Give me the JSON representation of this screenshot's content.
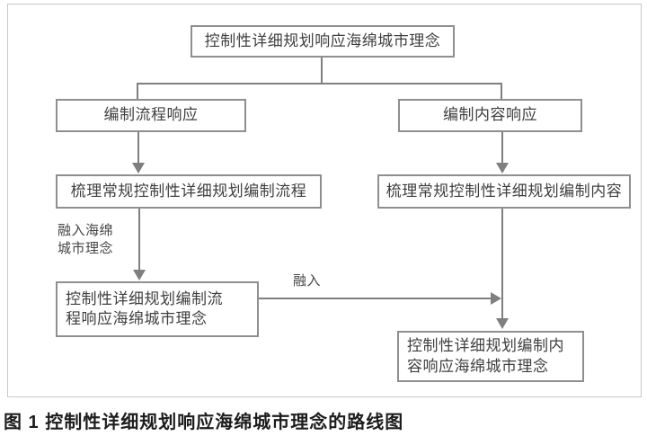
{
  "diagram": {
    "root": "控制性详细规划响应海绵城市理念",
    "branch_left": "编制流程响应",
    "branch_right": "编制内容响应",
    "review_left": "梳理常规控制性详细规划编制流程",
    "review_right": "梳理常规控制性详细规划编制内容",
    "result_left": "控制性详细规划编制流程响应海绵城市理念",
    "result_right": "控制性详细规划编制内容响应海绵城市理念",
    "edge_labels": {
      "integrate_sponge": "融入海绵城市理念",
      "integrate": "融入"
    },
    "colors": {
      "box_border": "#8f8f8f",
      "box_text": "#3f3f3f",
      "arrow": "#7f7f7f",
      "frame_border": "#c8c8c8",
      "caption_text": "#1c1c1c",
      "background": "#ffffff"
    }
  },
  "caption": "图 1 控制性详细规划响应海绵城市理念的路线图"
}
